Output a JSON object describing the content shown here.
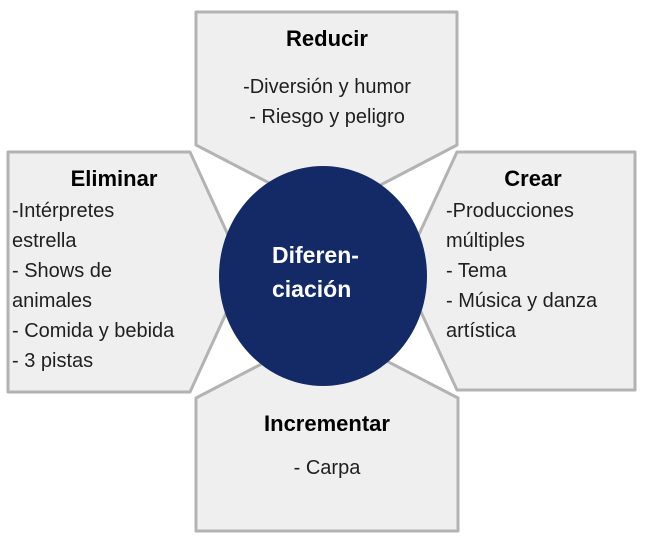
{
  "diagram": {
    "center": {
      "label": "Diferen-\nciación"
    },
    "boxes": {
      "top": {
        "title": "Reducir",
        "items": [
          "-Diversión y humor",
          "- Riesgo y peligro"
        ]
      },
      "left": {
        "title": "Eliminar",
        "items": [
          "-Intérpretes\nestrella",
          "- Shows de\nanimales",
          "- Comida y bebida",
          "- 3 pistas"
        ]
      },
      "right": {
        "title": "Crear",
        "items": [
          "-Producciones\nmúltiples",
          "- Tema",
          "- Música y danza\nartística"
        ]
      },
      "bottom": {
        "title": "Incrementar",
        "items": [
          "- Carpa"
        ]
      }
    },
    "colors": {
      "circle_fill": "#132a66",
      "circle_text": "#ffffff",
      "box_fill": "#efefef",
      "box_border": "#b3b3b3",
      "title_text": "#000000",
      "item_text": "#1f1f1f",
      "background": "#ffffff"
    }
  }
}
